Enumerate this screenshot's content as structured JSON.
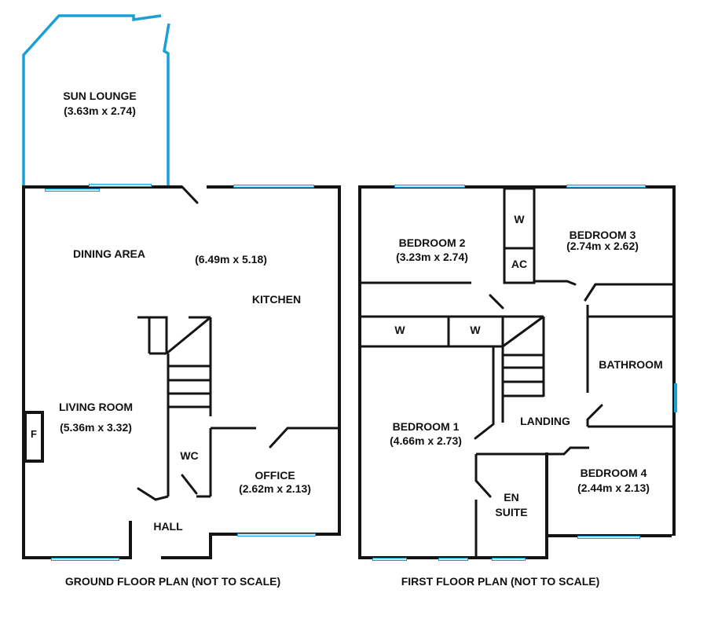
{
  "colors": {
    "walls": "#141414",
    "windows": "#1aa0d8",
    "background": "#ffffff"
  },
  "ground_floor": {
    "caption": "GROUND FLOOR PLAN (NOT TO SCALE)",
    "sun_lounge": {
      "name": "SUN LOUNGE",
      "size": "(3.63m x 2.74)"
    },
    "dining_area": "DINING AREA",
    "kitchen_size": "(6.49m x 5.18)",
    "kitchen": "KITCHEN",
    "living_room": {
      "name": "LIVING ROOM",
      "size": "(5.36m x 3.32)"
    },
    "fireplace": "F",
    "wc": "WC",
    "office": {
      "name": "OFFICE",
      "size": "(2.62m x 2.13)"
    },
    "hall": "HALL"
  },
  "first_floor": {
    "caption": "FIRST FLOOR PLAN (NOT TO SCALE)",
    "bedroom2": {
      "name": "BEDROOM 2",
      "size": "(3.23m x 2.74)"
    },
    "wardrobe_top": "W",
    "airing_cupboard": "AC",
    "bedroom3": {
      "name": "BEDROOM 3",
      "size": "(2.74m x 2.62)"
    },
    "wardrobe_left": "W",
    "wardrobe_mid": "W",
    "bathroom": "BATHROOM",
    "bedroom1": {
      "name": "BEDROOM 1",
      "size": "(4.66m x 2.73)"
    },
    "landing": "LANDING",
    "bedroom4": {
      "name": "BEDROOM 4",
      "size": "(2.44m x 2.13)"
    },
    "en_suite_line1": "EN",
    "en_suite_line2": "SUITE"
  }
}
